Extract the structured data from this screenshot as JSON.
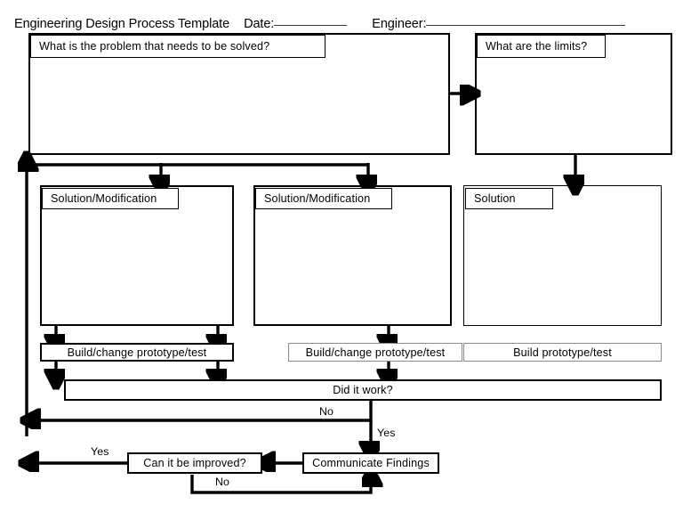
{
  "header": {
    "title": "Engineering Design Process Template",
    "date_label": "Date:",
    "date_value": "",
    "engineer_label": "Engineer:",
    "engineer_value": ""
  },
  "boxes": {
    "problem": {
      "tag": "What is the problem that needs to be solved?",
      "content": ""
    },
    "limits": {
      "tag": "What are the limits?",
      "content": ""
    },
    "solution_mod_1": {
      "tag": "Solution/Modification",
      "content": ""
    },
    "solution_mod_2": {
      "tag": "Solution/Modification",
      "content": ""
    },
    "solution_3": {
      "tag": "Solution",
      "content": ""
    },
    "build_1": {
      "label": "Build/change  prototype/test"
    },
    "build_2": {
      "label": "Build/change  prototype/test"
    },
    "build_3": {
      "label": "Build prototype/test"
    },
    "did_it_work": {
      "label": "Did it work?"
    },
    "can_improve": {
      "label": "Can it be improved?"
    },
    "communicate": {
      "label": "Communicate Findings"
    }
  },
  "edge_labels": {
    "did_it_work_no": "No",
    "did_it_work_yes": "Yes",
    "can_improve_yes": "Yes",
    "can_improve_no": "No"
  },
  "colors": {
    "stroke": "#000000",
    "gray_border": "#8a8a8a",
    "background": "#ffffff"
  }
}
